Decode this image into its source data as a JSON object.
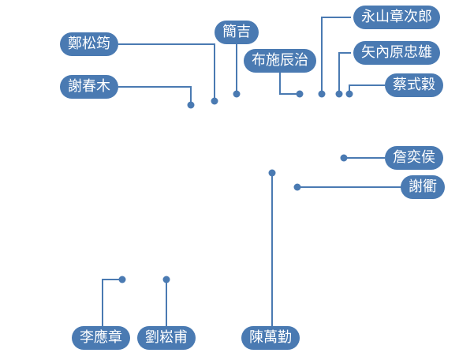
{
  "accent": "#4a7ab2",
  "labels": [
    {
      "id": "zheng",
      "text": "鄭松筠"
    },
    {
      "id": "xie-cm",
      "text": "謝春木"
    },
    {
      "id": "jian",
      "text": "簡吉"
    },
    {
      "id": "fushi",
      "text": "布施辰治"
    },
    {
      "id": "nagayama",
      "text": "永山章次郎"
    },
    {
      "id": "yanaihara",
      "text": "矢內原忠雄"
    },
    {
      "id": "cai",
      "text": "蔡式穀"
    },
    {
      "id": "zhan",
      "text": "詹奕侯"
    },
    {
      "id": "xie-q",
      "text": "謝衢"
    },
    {
      "id": "li",
      "text": "李應章"
    },
    {
      "id": "liu",
      "text": "劉崧甫"
    },
    {
      "id": "chen",
      "text": "陳萬勤"
    }
  ]
}
